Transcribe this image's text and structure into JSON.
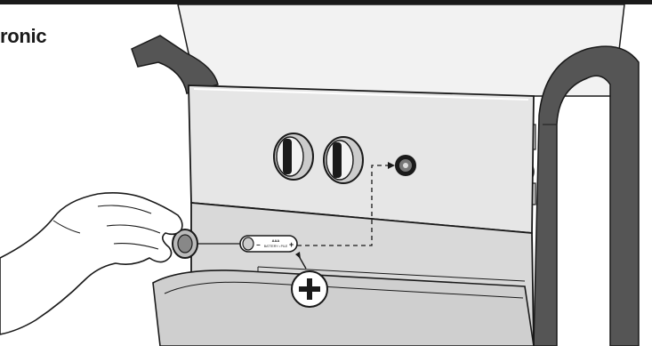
{
  "heading": {
    "text": "ronic"
  },
  "battery": {
    "label_line1": "AAA",
    "label_line2": "BATTERY • PILE",
    "minus": "−",
    "plus": "+"
  },
  "callout": {
    "symbol": "+"
  },
  "colors": {
    "ink": "#1a1a1a",
    "frame": "#555555",
    "panel": "#e6e6e6",
    "cabinet": "#d9d9d9",
    "lid": "#f2f2f2"
  }
}
